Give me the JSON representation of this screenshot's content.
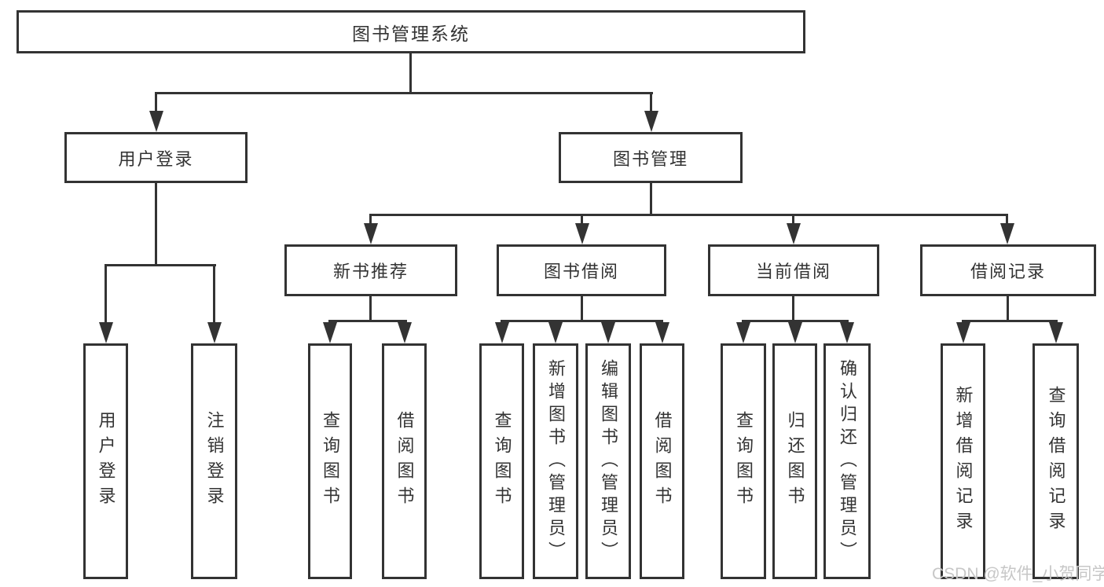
{
  "diagram": {
    "root": {
      "label": "图书管理系统"
    },
    "level2": [
      {
        "label": "用户登录"
      },
      {
        "label": "图书管理"
      }
    ],
    "level3": [
      {
        "label": "新书推荐",
        "parent": "图书管理"
      },
      {
        "label": "图书借阅",
        "parent": "图书管理"
      },
      {
        "label": "当前借阅",
        "parent": "图书管理"
      },
      {
        "label": "借阅记录",
        "parent": "图书管理"
      }
    ],
    "leaves": [
      {
        "label": "用户登录",
        "parent": "用户登录"
      },
      {
        "label": "注销登录",
        "parent": "用户登录"
      },
      {
        "label": "查询图书",
        "parent": "新书推荐"
      },
      {
        "label": "借阅图书",
        "parent": "新书推荐"
      },
      {
        "label": "查询图书",
        "parent": "图书借阅"
      },
      {
        "label": "新增图书（管理员）",
        "parent": "图书借阅"
      },
      {
        "label": "编辑图书（管理员）",
        "parent": "图书借阅"
      },
      {
        "label": "借阅图书",
        "parent": "图书借阅"
      },
      {
        "label": "查询图书",
        "parent": "当前借阅"
      },
      {
        "label": "归还图书",
        "parent": "当前借阅"
      },
      {
        "label": "确认归还（管理员）",
        "parent": "当前借阅"
      },
      {
        "label": "新增借阅记录",
        "parent": "借阅记录"
      },
      {
        "label": "查询借阅记录",
        "parent": "借阅记录"
      }
    ]
  },
  "watermark": {
    "text": "CSDN @软件_小贺同学"
  },
  "colors": {
    "line": "#333333",
    "text": "#333333",
    "watermark_gray": "#c7c7c7",
    "background": "#ffffff"
  }
}
